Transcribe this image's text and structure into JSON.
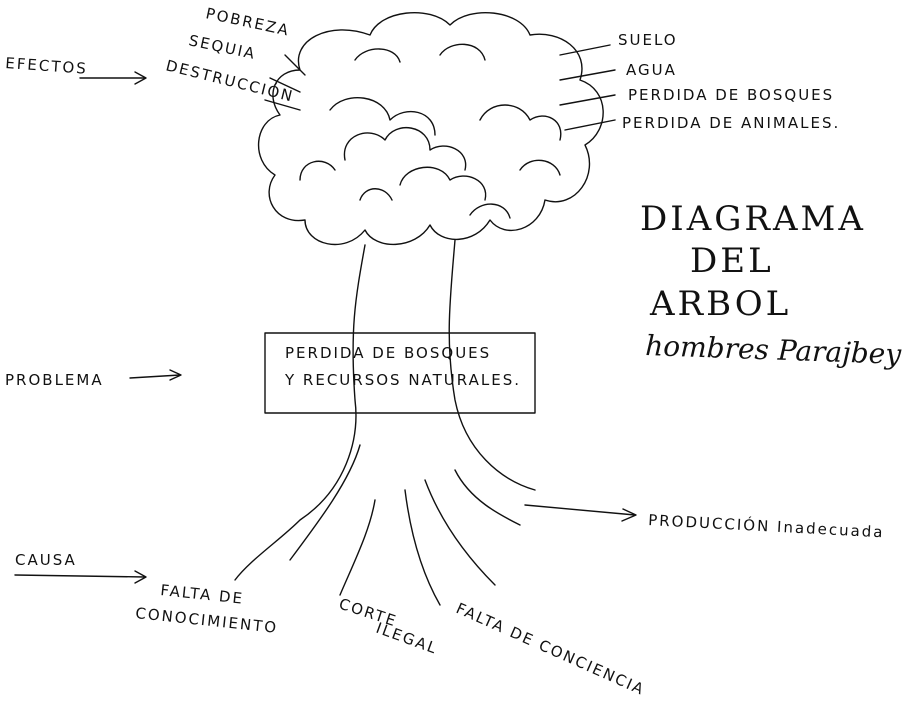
{
  "title": {
    "line1": "DIAGRAMA",
    "line2": "DEL",
    "line3": "ARBOL",
    "author": "hombres Parajbey"
  },
  "effects": {
    "label": "EFECTOS",
    "left_items": [
      "POBREZA",
      "SEQUIA",
      "DESTRUCCIÓN"
    ],
    "right_items": [
      "SUELO",
      "AGUA",
      "PERDIDA DE BOSQUES",
      "PERDIDA DE ANIMALES."
    ]
  },
  "problem": {
    "label": "PROBLEMA",
    "box_line1": "PERDIDA DE BOSQUES",
    "box_line2": "Y RECURSOS NATURALES."
  },
  "causes": {
    "label": "CAUSA",
    "production": "PRODUCCIÓN Inadecuada",
    "lack_knowledge_1": "FALTA DE",
    "lack_knowledge_2": "CONOCIMIENTO",
    "illegal_cut_1": "CORTE",
    "illegal_cut_2": "ILEGAL",
    "lack_conscience": "FALTA DE CONCIENCIA"
  }
}
